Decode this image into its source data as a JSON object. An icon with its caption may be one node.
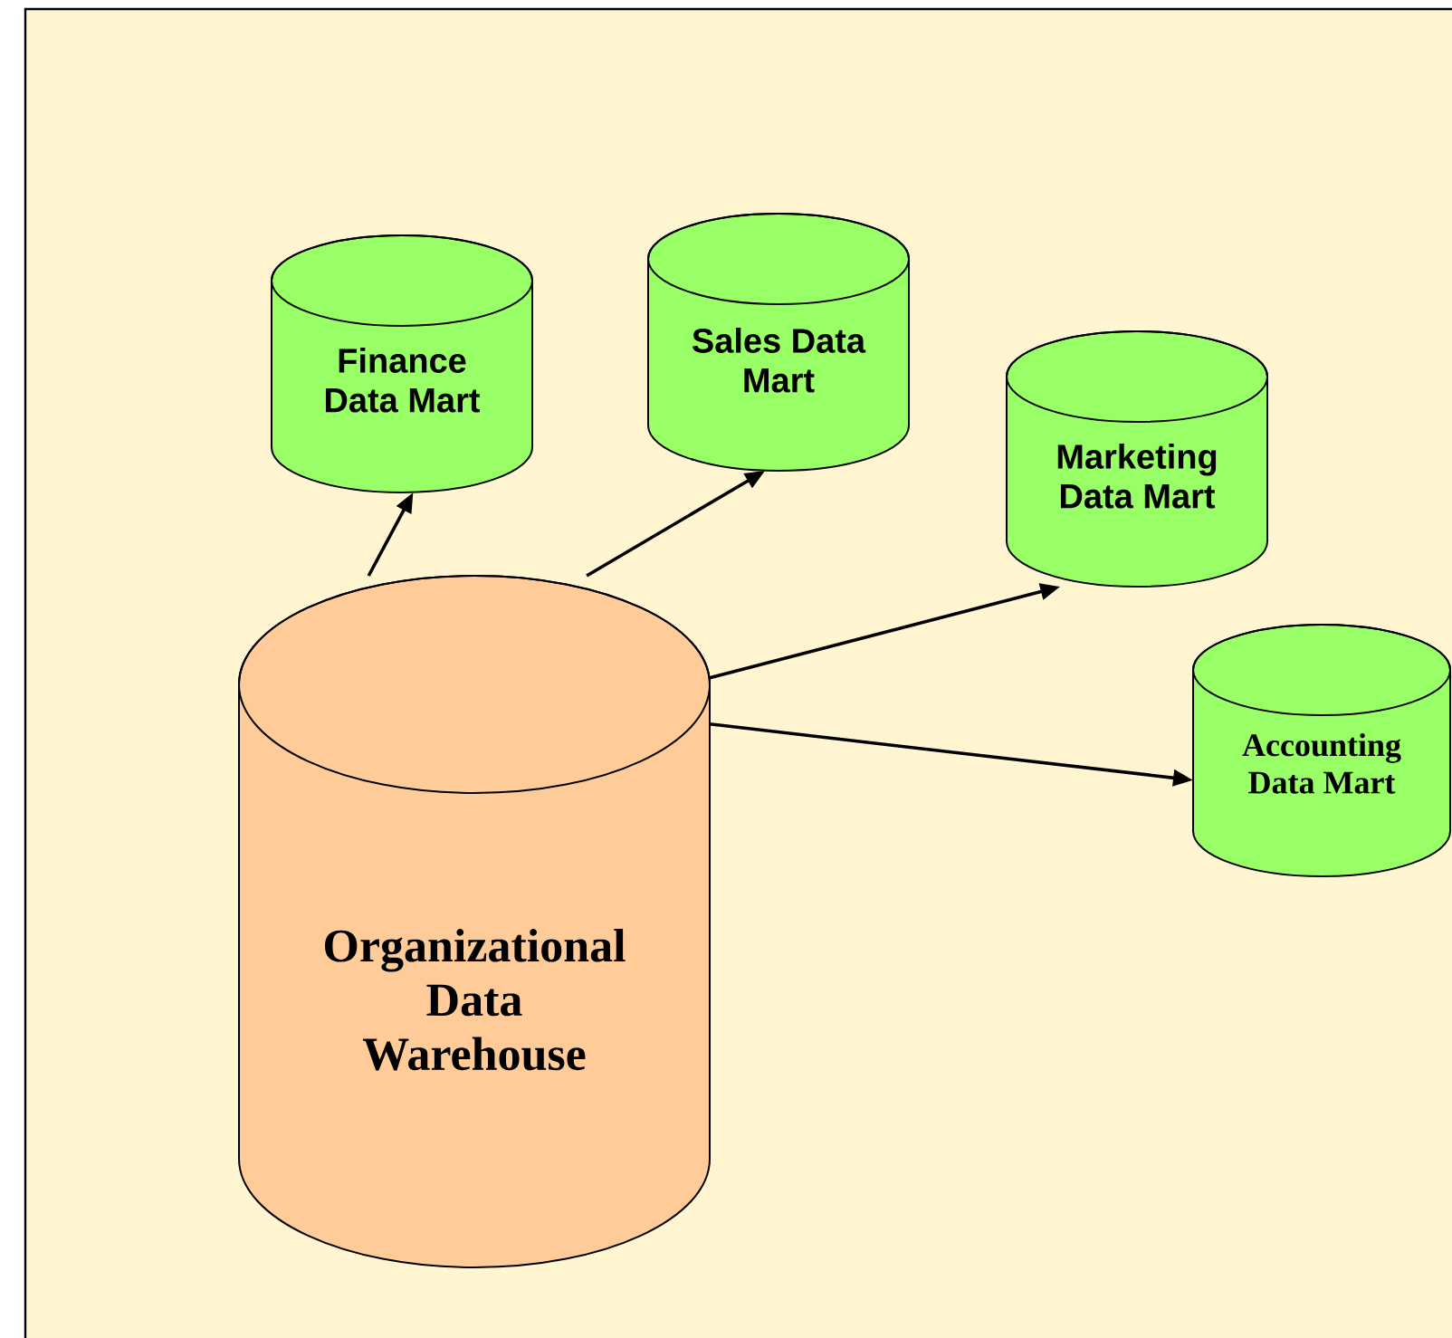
{
  "diagram": {
    "nodes": [
      {
        "text": [
          "Organizational Data Warehouse"
        ]
      },
      {
        "text": [
          "Finance Data Mart"
        ]
      },
      {
        "text": [
          "Sales Data Mart"
        ]
      },
      {
        "text": [
          "Marketing Data Mart"
        ]
      },
      {
        "text": [
          "Accounting Data Mart"
        ]
      }
    ],
    "edges": [
      {
        "from": 0,
        "to": 1,
        "arrow": "to"
      },
      {
        "from": 0,
        "to": 2,
        "arrow": "to"
      },
      {
        "from": 0,
        "to": 3,
        "arrow": "to"
      },
      {
        "from": 0,
        "to": 4,
        "arrow": "to"
      }
    ]
  }
}
